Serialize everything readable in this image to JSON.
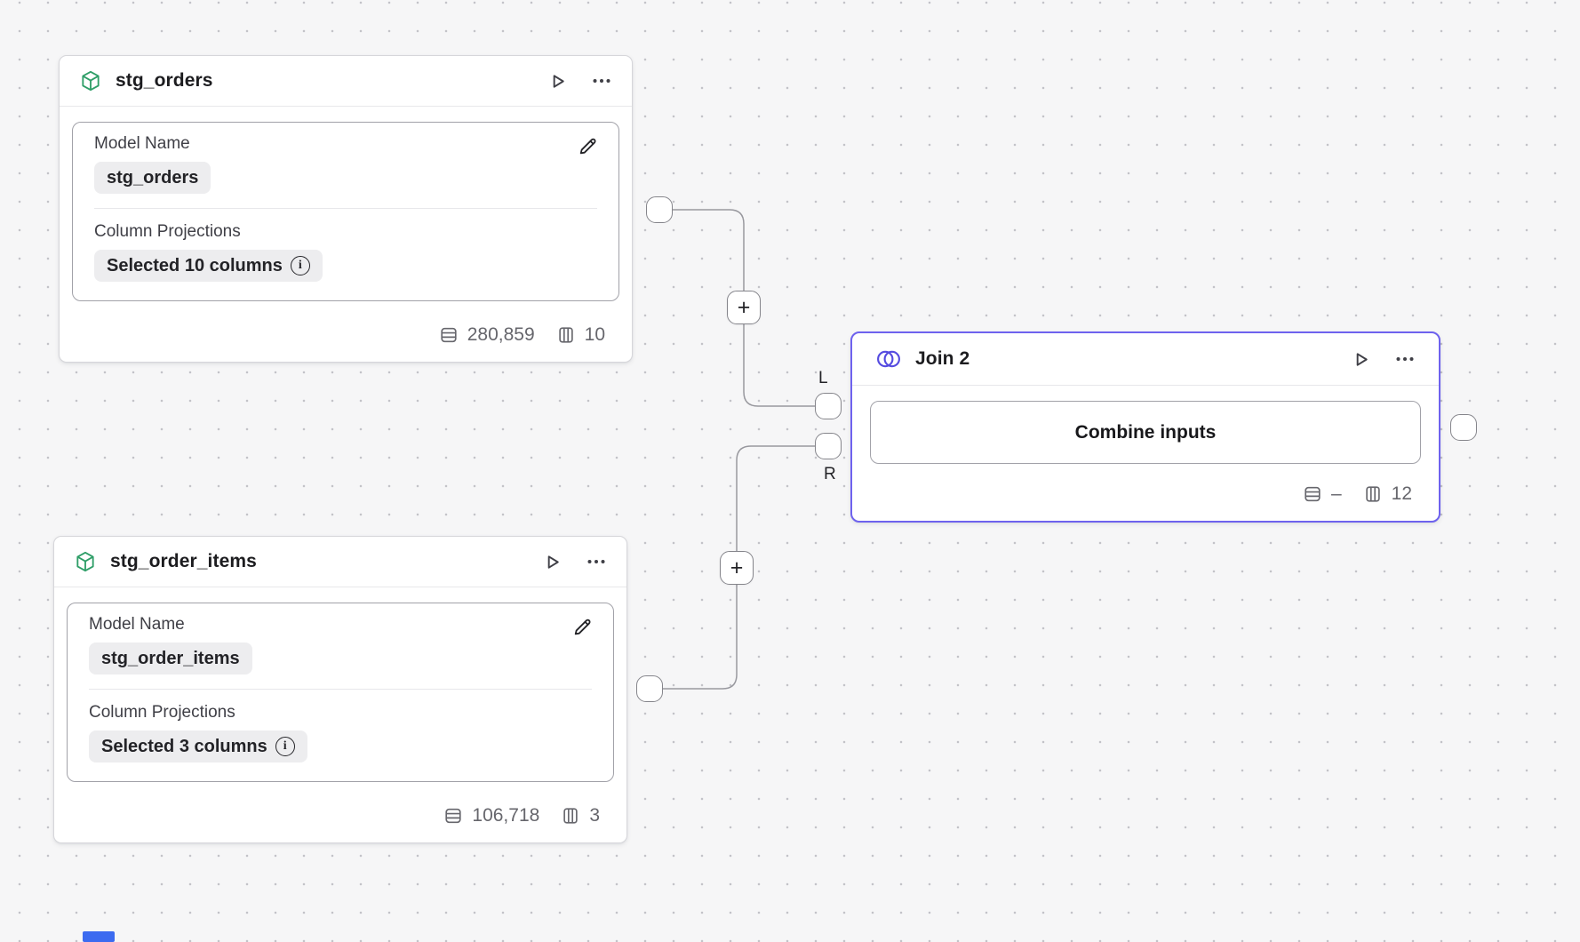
{
  "colors": {
    "background": "#f6f6f7",
    "dot": "#c3c3c8",
    "node_border": "#d6d6da",
    "join_accent": "#6e62ee",
    "model_icon_green": "#2f9e68",
    "wire": "#98989e"
  },
  "stg_orders_node": {
    "title": "stg_orders",
    "fields": {
      "model_name": {
        "label": "Model Name",
        "value": "stg_orders"
      },
      "column_projections": {
        "label": "Column Projections",
        "value": "Selected 10 columns"
      }
    },
    "stats": {
      "rows": "280,859",
      "columns": "10"
    }
  },
  "stg_order_items_node": {
    "title": "stg_order_items",
    "fields": {
      "model_name": {
        "label": "Model Name",
        "value": "stg_order_items"
      },
      "column_projections": {
        "label": "Column Projections",
        "value": "Selected 3 columns"
      }
    },
    "stats": {
      "rows": "106,718",
      "columns": "3"
    }
  },
  "join_node": {
    "title": "Join 2",
    "action_label": "Combine inputs",
    "stats": {
      "rows": "–",
      "columns": "12"
    },
    "ports": {
      "left": "L",
      "right": "R"
    }
  },
  "connections": {
    "add_label": "+"
  },
  "info_glyph": "i"
}
